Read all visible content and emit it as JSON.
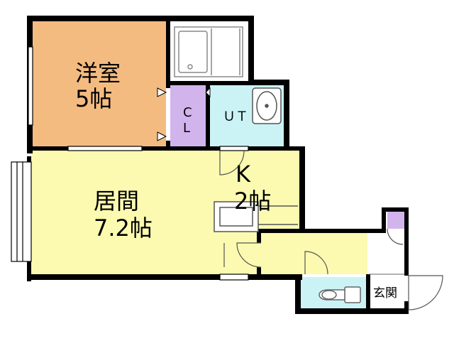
{
  "rooms": {
    "western_room": {
      "name": "洋室",
      "size": "5帖"
    },
    "living_room": {
      "name": "居間",
      "size": "7.2帖"
    },
    "kitchen": {
      "name": "K",
      "size": "2帖"
    },
    "closet": {
      "line1": "C",
      "line2": "L"
    },
    "utility": {
      "name": "ＵＴ"
    },
    "entrance": {
      "name": "玄関"
    }
  },
  "colors": {
    "western_room": "#F4BB80",
    "living_room": "#FBFAB0",
    "closet": "#D2B4EC",
    "bath": "#CBF3F6",
    "toilet": "#CBF3F6",
    "wall": "#000000"
  }
}
